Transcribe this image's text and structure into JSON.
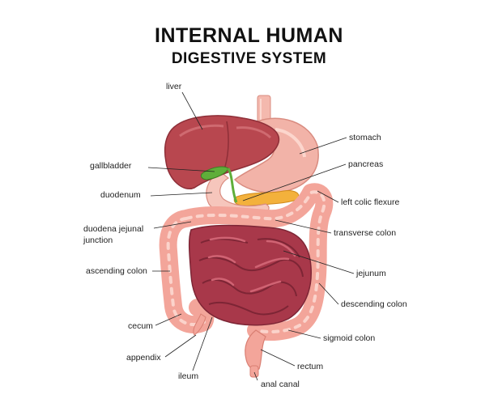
{
  "title": {
    "line1": "INTERNAL HUMAN",
    "line2": "DIGESTIVE SYSTEM"
  },
  "labels": {
    "liver": "liver",
    "gallbladder": "gallbladder",
    "duodenum": "duodenum",
    "duodena_jejunal_junction_line1": "duodena jejunal",
    "duodena_jejunal_junction_line2": "junction",
    "ascending_colon": "ascending colon",
    "cecum": "cecum",
    "appendix": "appendix",
    "ileum": "ileum",
    "anal_canal": "anal canal",
    "stomach": "stomach",
    "pancreas": "pancreas",
    "left_colic_flexure": "left colic flexure",
    "transverse_colon": "transverse colon",
    "jejunum": "jejunum",
    "descending_colon": "descending colon",
    "sigmoid_colon": "sigmoid colon",
    "rectum": "rectum"
  },
  "colors": {
    "liver": "#b8474f",
    "liver_dark": "#8e2f38",
    "stomach": "#f2b3a8",
    "colon": "#f3a59a",
    "colon_edge": "#d97f73",
    "small_intestine": "#a8384a",
    "small_intestine_dark": "#7d2535",
    "gallbladder": "#5fae3a",
    "pancreas": "#f3b13c",
    "esophagus": "#f4b9ae"
  }
}
